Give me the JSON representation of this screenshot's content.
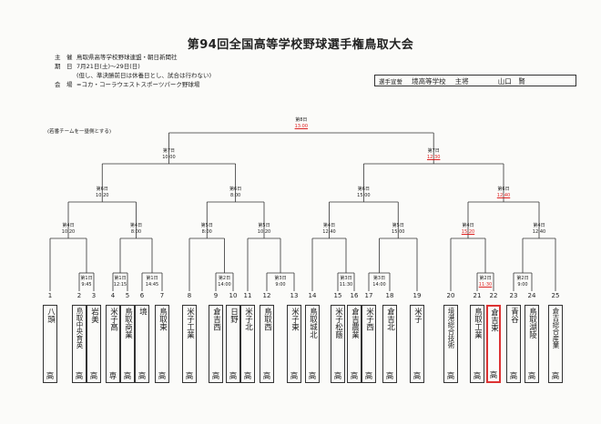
{
  "title": "第94回全国高等学校野球選手権鳥取大会",
  "info": [
    {
      "key": "主　催",
      "text": "鳥取県高等学校野球連盟・朝日新聞社"
    },
    {
      "key": "期　日",
      "text": "7月21日(土)～29日(日)"
    },
    {
      "key": "",
      "text": "(但し、準決勝前日は休養日とし、試合は行わない)"
    },
    {
      "key": "会　場",
      "text": "=コカ・コーラウエストスポーツパーク野球場"
    }
  ],
  "pledge": {
    "label": "選手宣誓",
    "school": "境高等学校",
    "role": "主将",
    "name": "山口　賢"
  },
  "note": "(若番チームを一塁側とする)",
  "games": [
    {
      "id": "g1",
      "day": "第1日",
      "time": "9:45",
      "red": false
    },
    {
      "id": "g2",
      "day": "第1日",
      "time": "12:15",
      "red": false
    },
    {
      "id": "g3",
      "day": "第1日",
      "time": "14:45",
      "red": false
    },
    {
      "id": "g4",
      "day": "第4日",
      "time": "10:20",
      "red": false
    },
    {
      "id": "g5",
      "day": "第4日",
      "time": "8:00",
      "red": false
    },
    {
      "id": "g6",
      "day": "第2日",
      "time": "14:00",
      "red": false
    },
    {
      "id": "g7",
      "day": "第3日",
      "time": "9:00",
      "red": false
    },
    {
      "id": "g8",
      "day": "第5日",
      "time": "8:00",
      "red": false
    },
    {
      "id": "g9",
      "day": "第5日",
      "time": "10:20",
      "red": false
    },
    {
      "id": "g10",
      "day": "第3日",
      "time": "11:30",
      "red": false
    },
    {
      "id": "g11",
      "day": "第3日",
      "time": "14:00",
      "red": false
    },
    {
      "id": "g12",
      "day": "第4日",
      "time": "12:40",
      "red": false
    },
    {
      "id": "g13",
      "day": "第5日",
      "time": "15:00",
      "red": false
    },
    {
      "id": "g14",
      "day": "第2日",
      "time": "11:30",
      "red": true
    },
    {
      "id": "g15",
      "day": "第2日",
      "time": "9:00",
      "red": false
    },
    {
      "id": "g16",
      "day": "第4日",
      "time": "15:20",
      "red": true
    },
    {
      "id": "g17",
      "day": "第4日",
      "time": "12:40",
      "red": false
    },
    {
      "id": "g18",
      "day": "第6日",
      "time": "10:20",
      "red": false
    },
    {
      "id": "g19",
      "day": "第6日",
      "time": "8:00",
      "red": false
    },
    {
      "id": "g20",
      "day": "第6日",
      "time": "15:00",
      "red": false
    },
    {
      "id": "g21",
      "day": "第6日",
      "time": "12:40",
      "red": true
    },
    {
      "id": "g22",
      "day": "第7日",
      "time": "10:00",
      "red": false
    },
    {
      "id": "g23",
      "day": "第7日",
      "time": "12:30",
      "red": true
    },
    {
      "id": "g24",
      "day": "第8日",
      "time": "13:00",
      "red": true
    }
  ],
  "teams": [
    {
      "no": "1",
      "name": "八頭",
      "suffix": "高"
    },
    {
      "no": "2",
      "name": "鳥取中央育英",
      "suffix": "高"
    },
    {
      "no": "3",
      "name": "岩美",
      "suffix": "高"
    },
    {
      "no": "4",
      "name": "米子高",
      "suffix": "専"
    },
    {
      "no": "5",
      "name": "鳥取商業",
      "suffix": "高"
    },
    {
      "no": "6",
      "name": "境",
      "suffix": "高"
    },
    {
      "no": "7",
      "name": "鳥取東",
      "suffix": "高"
    },
    {
      "no": "8",
      "name": "米子工業",
      "suffix": "高"
    },
    {
      "no": "9",
      "name": "倉吉西",
      "suffix": "高"
    },
    {
      "no": "10",
      "name": "日野",
      "suffix": "高"
    },
    {
      "no": "11",
      "name": "米子北",
      "suffix": "高"
    },
    {
      "no": "12",
      "name": "鳥取西",
      "suffix": "高"
    },
    {
      "no": "13",
      "name": "米子東",
      "suffix": "高"
    },
    {
      "no": "14",
      "name": "鳥取城北",
      "suffix": "高"
    },
    {
      "no": "15",
      "name": "米子松蔭",
      "suffix": "高"
    },
    {
      "no": "16",
      "name": "倉吉農業",
      "suffix": "高"
    },
    {
      "no": "17",
      "name": "米子西",
      "suffix": "高"
    },
    {
      "no": "18",
      "name": "倉吉北",
      "suffix": "高"
    },
    {
      "no": "19",
      "name": "米子",
      "suffix": "高"
    },
    {
      "no": "20",
      "name": "境港総合技術",
      "suffix": "高"
    },
    {
      "no": "21",
      "name": "鳥取工業",
      "suffix": "高"
    },
    {
      "no": "22",
      "name": "倉吉東",
      "suffix": "高"
    },
    {
      "no": "23",
      "name": "青谷",
      "suffix": "高"
    },
    {
      "no": "24",
      "name": "鳥取湖陵",
      "suffix": "高"
    },
    {
      "no": "25",
      "name": "倉吉総合産業",
      "suffix": "高"
    }
  ]
}
